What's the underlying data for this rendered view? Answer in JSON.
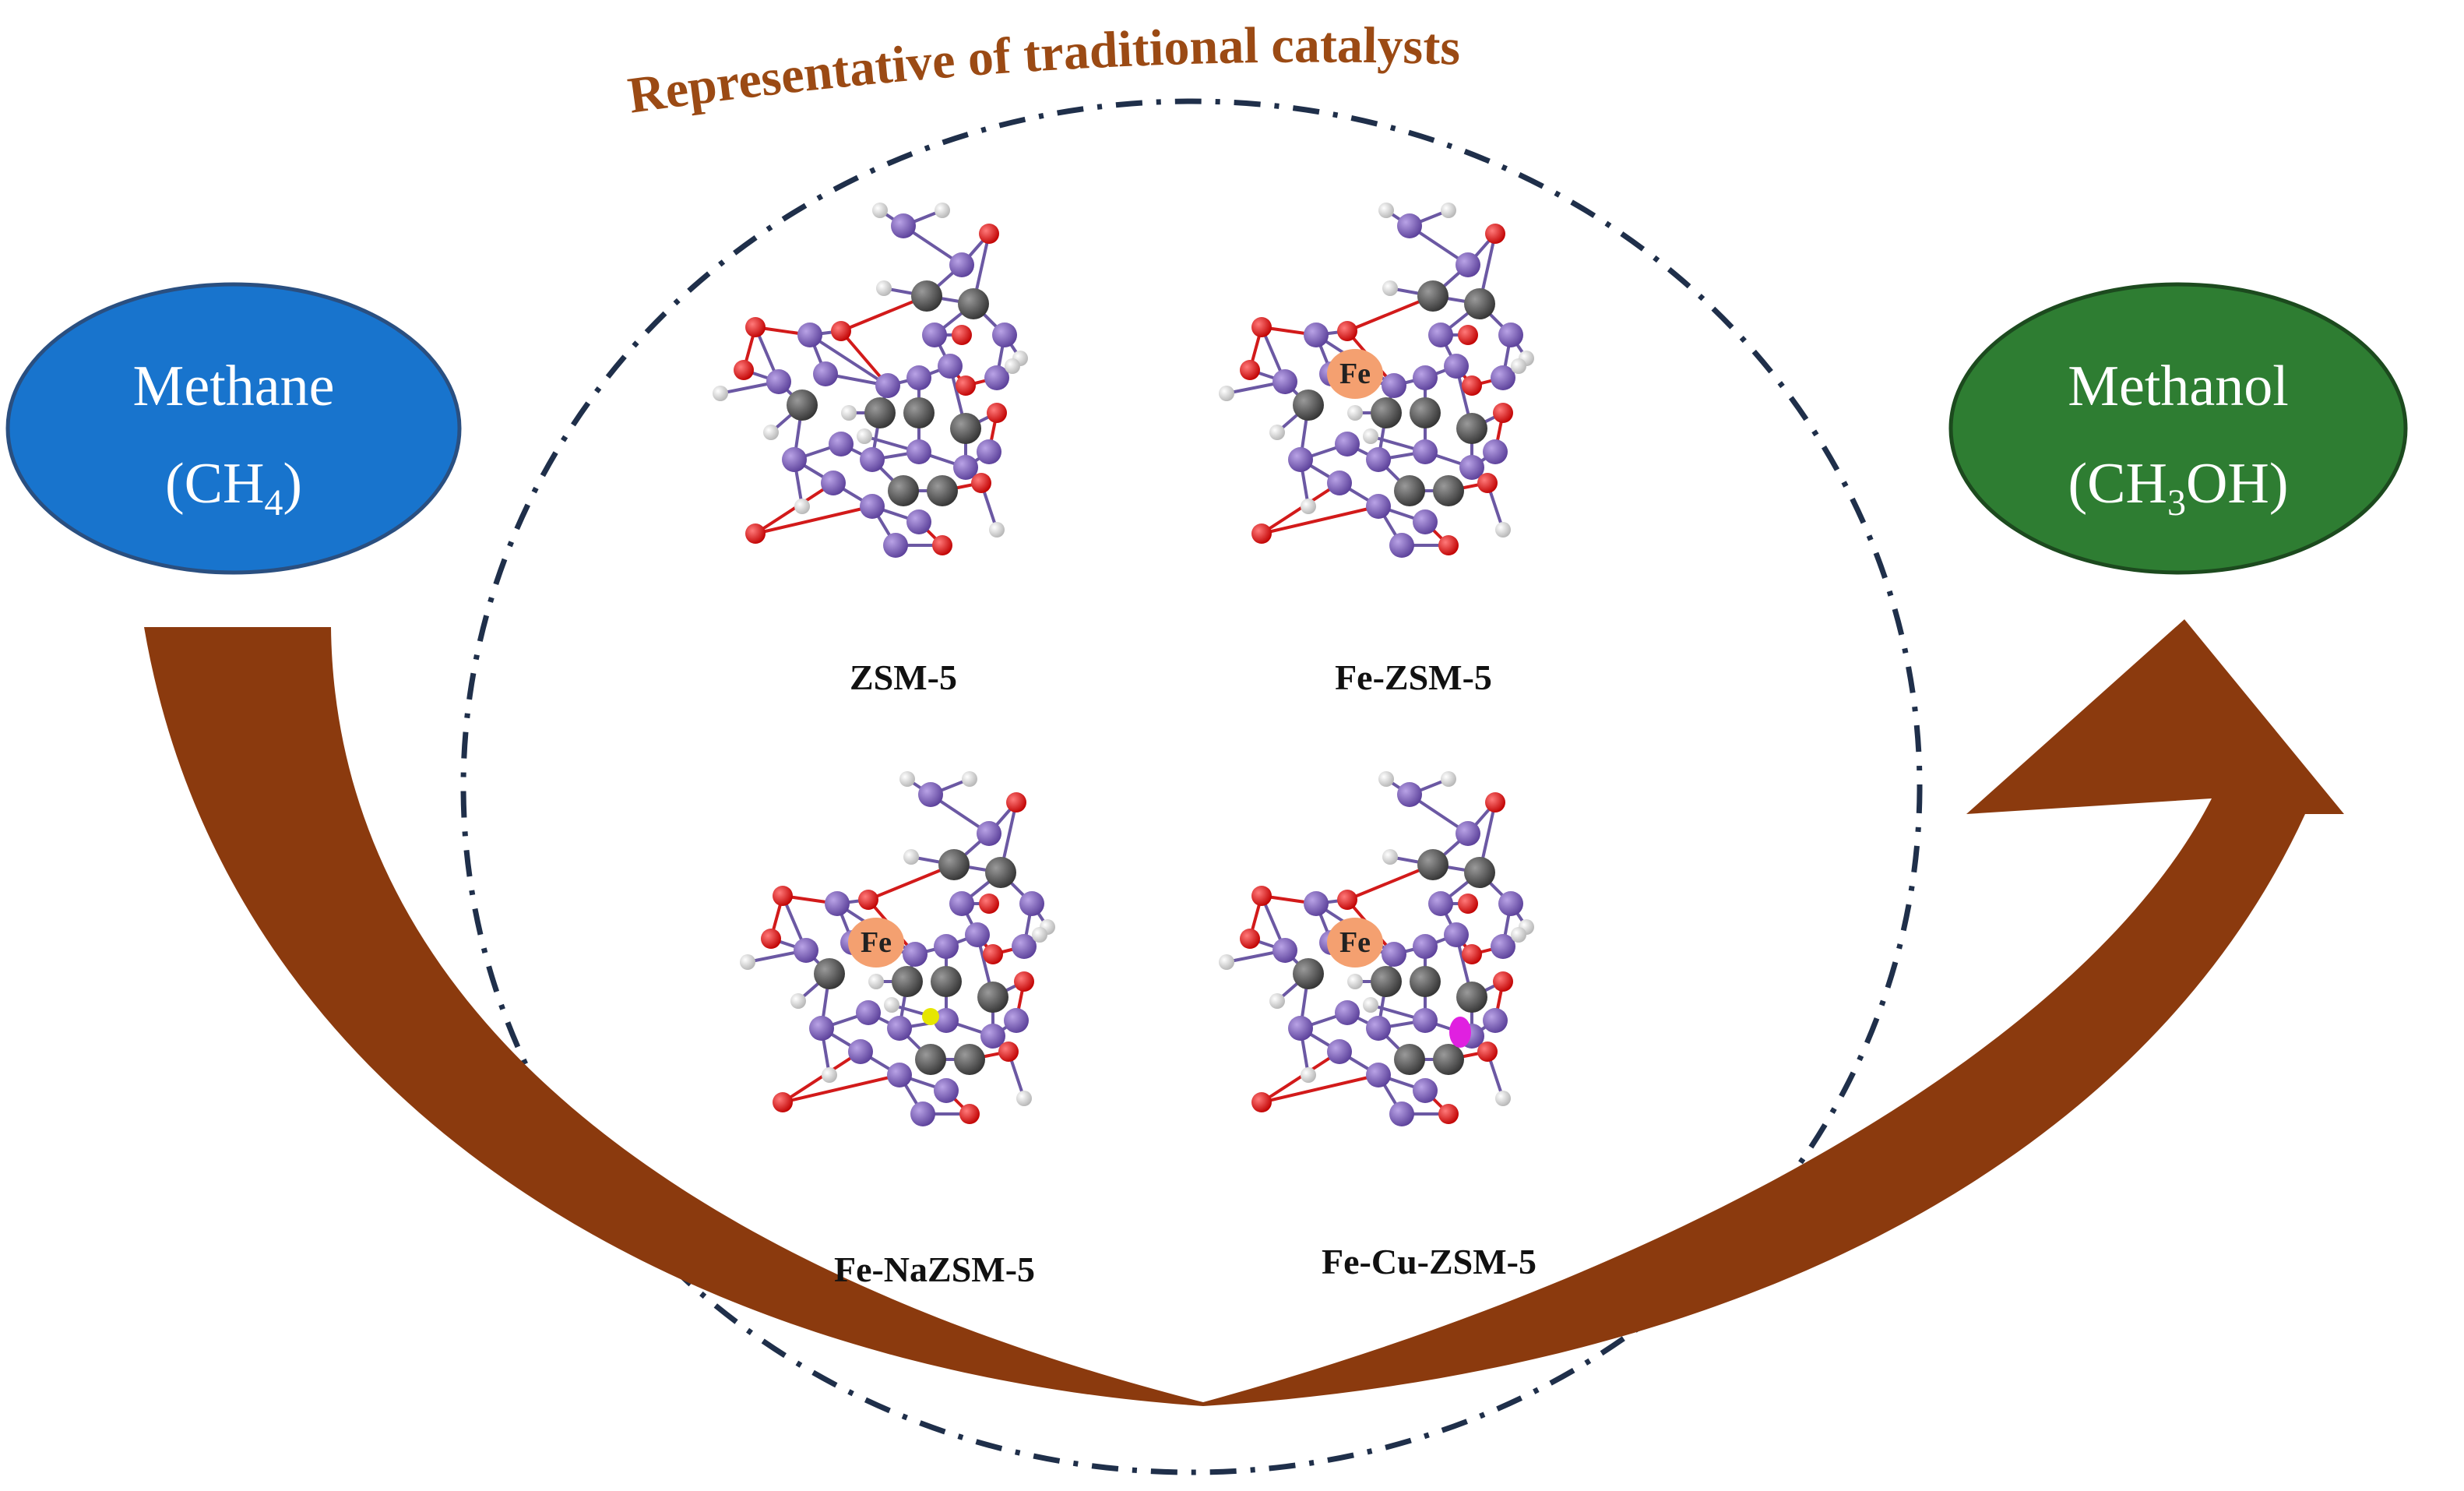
{
  "title": "Representative of traditional catalysts",
  "reactant": {
    "name": "Methane",
    "formula_main": "(CH",
    "formula_sub": "4",
    "formula_tail": ")",
    "color": "#1874CD"
  },
  "product": {
    "name": "Methanol",
    "formula_main": "(CH",
    "formula_sub": "3",
    "formula_tail": "OH)",
    "color": "#2E7D32"
  },
  "arrow_color": "#8B3A0E",
  "catalysts": [
    {
      "label": "ZSM-5",
      "has_fe": false,
      "dopant": "none"
    },
    {
      "label": "Fe-ZSM-5",
      "has_fe": true,
      "fe_label": "Fe",
      "dopant": "none"
    },
    {
      "label": "Fe-NaZSM-5",
      "has_fe": true,
      "fe_label": "Fe",
      "dopant": "Na",
      "dopant_color": "#E6E600"
    },
    {
      "label": "Fe-Cu-ZSM-5",
      "has_fe": true,
      "fe_label": "Fe",
      "dopant": "Cu",
      "dopant_color": "#E020E0"
    }
  ],
  "atom_colors": {
    "silicon": "#7B5BB5",
    "oxygen": "#E01010",
    "carbon": "#555555",
    "hydrogen": "#E8E8E8",
    "iron": "#F4A070"
  }
}
